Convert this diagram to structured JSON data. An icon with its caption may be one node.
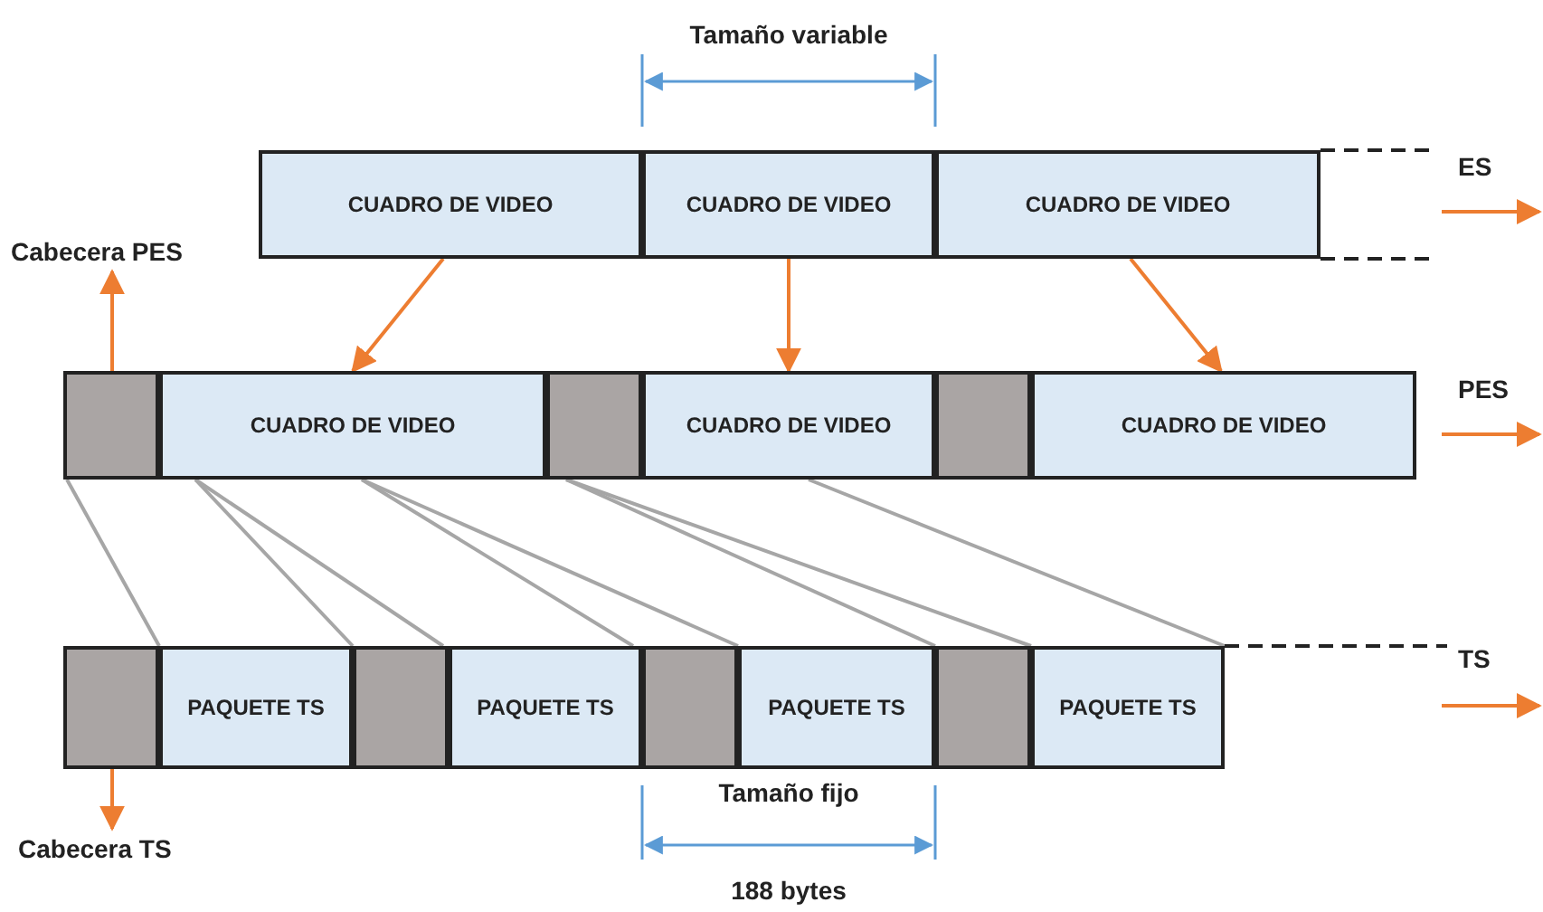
{
  "diagram": {
    "nodes": [
      {
        "text": [
          "CUADRO DE VIDEO"
        ]
      },
      {
        "text": [
          "CUADRO DE VIDEO"
        ]
      },
      {
        "text": [
          "CUADRO DE VIDEO"
        ]
      },
      {
        "text": [],
        "shape": "box"
      },
      {
        "text": [
          "CUADRO DE VIDEO"
        ]
      },
      {
        "text": [],
        "shape": "box"
      },
      {
        "text": [
          "CUADRO DE VIDEO"
        ]
      },
      {
        "text": [],
        "shape": "box"
      },
      {
        "text": [
          "CUADRO DE VIDEO"
        ]
      },
      {
        "text": [],
        "shape": "box"
      },
      {
        "text": [
          "PAQUETE TS"
        ]
      },
      {
        "text": [],
        "shape": "box"
      },
      {
        "text": [
          "PAQUETE TS"
        ]
      },
      {
        "text": [],
        "shape": "box"
      },
      {
        "text": [
          "PAQUETE TS"
        ]
      },
      {
        "text": [],
        "shape": "box"
      },
      {
        "text": [
          "PAQUETE TS"
        ]
      },
      {
        "text": [
          "Cabecera PES"
        ]
      },
      {
        "text": [
          "Cabecera TS"
        ]
      }
    ],
    "edges": [
      {
        "from": 0,
        "to": 4,
        "arrow": "to",
        "color": "#ed7d31"
      },
      {
        "from": 1,
        "to": 6,
        "arrow": "to",
        "color": "#ed7d31"
      },
      {
        "from": 2,
        "to": 8,
        "arrow": "to",
        "color": "#ed7d31"
      },
      {
        "from": 3,
        "to": 17,
        "arrow": "to",
        "color": "#ed7d31"
      },
      {
        "from": 9,
        "to": 18,
        "arrow": "to",
        "color": "#ed7d31"
      },
      {
        "from": 3,
        "to": 10,
        "arrow": "none"
      },
      {
        "from": 4,
        "to": 10,
        "arrow": "none"
      },
      {
        "from": 4,
        "to": 12,
        "arrow": "none"
      },
      {
        "from": 4,
        "to": 12,
        "arrow": "none"
      },
      {
        "from": 4,
        "to": 14,
        "arrow": "none"
      },
      {
        "from": 5,
        "to": 14,
        "arrow": "none"
      },
      {
        "from": 5,
        "to": 16,
        "arrow": "none"
      },
      {
        "from": 6,
        "to": 16,
        "arrow": "none"
      }
    ],
    "labels": [
      "Tamaño variable",
      "ES",
      "PES",
      "TS",
      "Tamaño fijo",
      "188 bytes"
    ]
  }
}
